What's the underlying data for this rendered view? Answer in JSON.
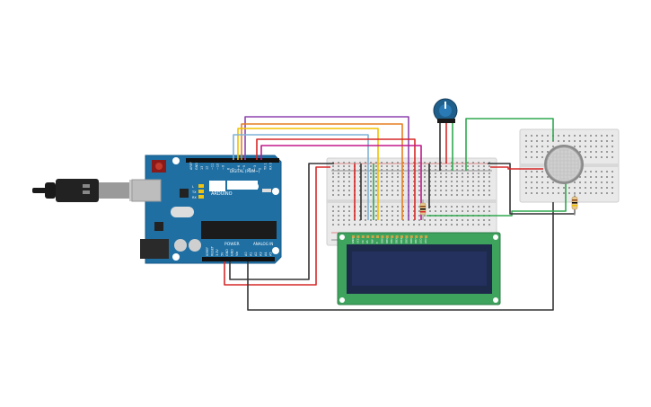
{
  "arduino": {
    "brand": "ARDUINO",
    "model": "UNO",
    "digital_label": "DIGITAL (PWM~)",
    "power_label": "POWER",
    "analog_label": "ANALOG IN",
    "led_labels": [
      "L",
      "TX",
      "RX"
    ],
    "top_pin_labels": [
      "AREF",
      "GND",
      "13",
      "12",
      "~11",
      "~10",
      "~9",
      "8",
      "7",
      "~6",
      "~5",
      "4",
      "~3",
      "2",
      "TX 1",
      "RX 0"
    ],
    "power_pin_labels": [
      "IOREF",
      "RESET",
      "3.3V",
      "5V",
      "GND",
      "GND",
      "Vin"
    ],
    "analog_pin_labels": [
      "A0",
      "A1",
      "A2",
      "A3",
      "A4",
      "A5"
    ]
  },
  "lcd": {
    "pin_labels": [
      "GND",
      "VCC",
      "V0",
      "RS",
      "RW",
      "E",
      "DB0",
      "DB1",
      "DB2",
      "DB3",
      "DB4",
      "DB5",
      "DB6",
      "DB7",
      "LED",
      "LED"
    ]
  },
  "colors": {
    "board": "#1f6fa3",
    "board_edge": "#165a87",
    "wire_red": "#d62828",
    "wire_black": "#333333",
    "wire_green": "#2fa84f",
    "wire_yellow": "#f2c200",
    "wire_purple": "#8e44ad",
    "wire_magenta": "#c2188b",
    "wire_orange": "#e67e22",
    "wire_lightblue": "#7fb3d5",
    "lcd_pcb": "#3da35d",
    "lcd_screen": "#24305e",
    "breadboard": "#e9e9e9"
  },
  "icons": {
    "usb": "usb-cable-icon",
    "potentiometer": "potentiometer-icon",
    "gas_sensor": "gas-sensor-icon"
  }
}
